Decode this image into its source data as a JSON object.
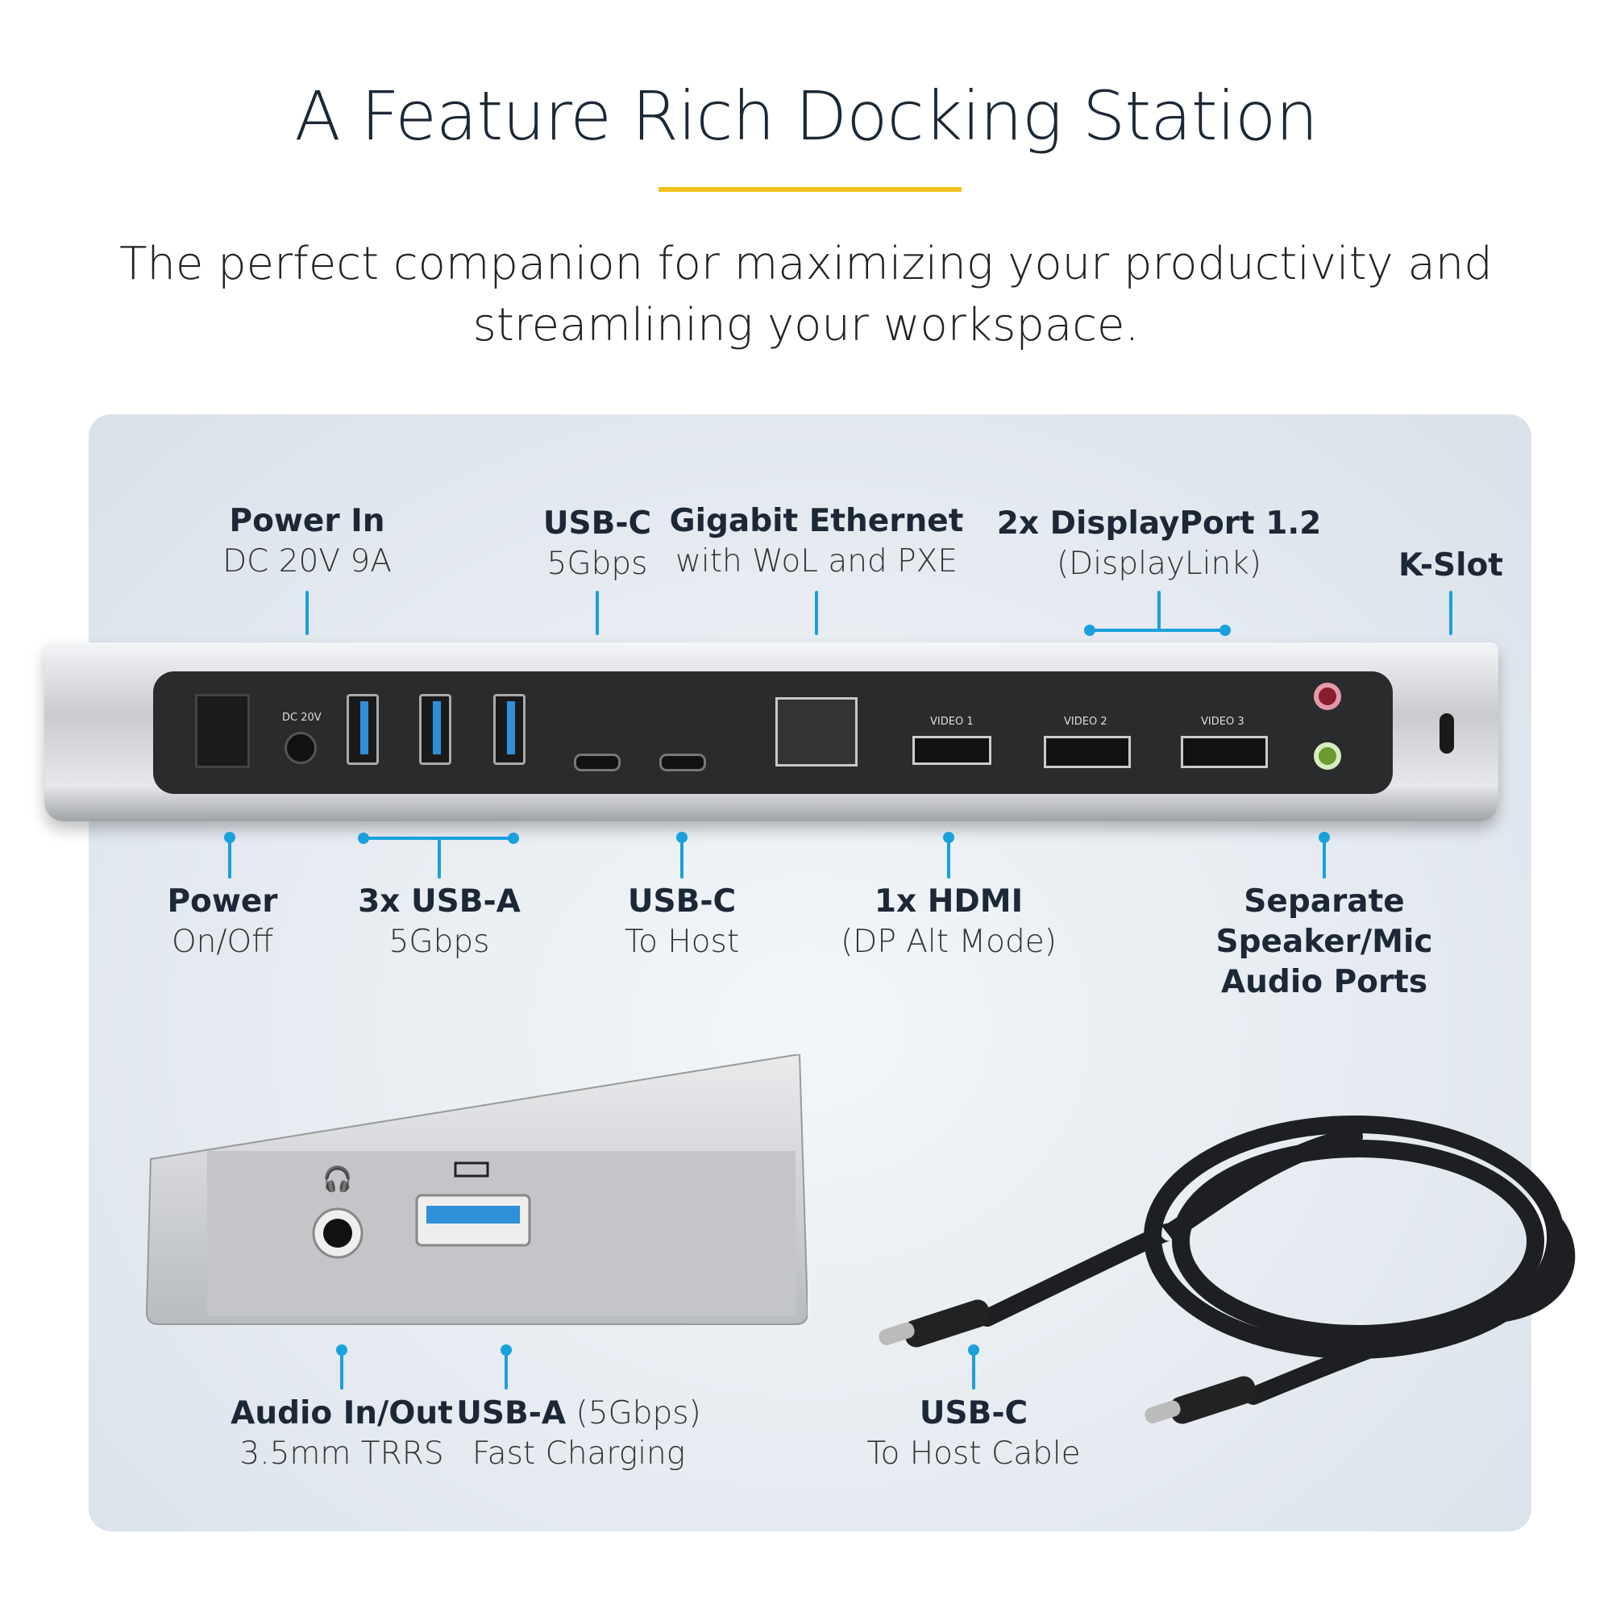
{
  "header": {
    "title": "A Feature Rich Docking Station",
    "subtitle_line1": "The perfect companion for maximizing your productivity and",
    "subtitle_line2": "streamlining your workspace."
  },
  "accent": "#1aa0dc",
  "rule_color": "#f2c21b",
  "dock_port_labels": {
    "dc": "DC 20V",
    "video1": "VIDEO 1",
    "video2": "VIDEO 2",
    "video3": "VIDEO 3"
  },
  "callouts_top": [
    {
      "title": "Power In",
      "detail": "DC 20V 9A"
    },
    {
      "title": "USB-C",
      "detail": "5Gbps"
    },
    {
      "title": "Gigabit Ethernet",
      "detail": "with WoL and PXE"
    },
    {
      "title": "2x DisplayPort 1.2",
      "detail": "(DisplayLink)"
    },
    {
      "title": "K-Slot"
    }
  ],
  "callouts_bottom": [
    {
      "title": "Power",
      "detail": "On/Off"
    },
    {
      "title": "3x USB-A",
      "detail": "5Gbps"
    },
    {
      "title": "USB-C",
      "detail": "To Host"
    },
    {
      "title": "1x HDMI",
      "detail": "(DP Alt Mode)"
    },
    {
      "title": "Separate",
      "title2": "Speaker/Mic",
      "title3": "Audio Ports"
    }
  ],
  "callouts_lower": [
    {
      "title": "Audio In/Out",
      "detail": "3.5mm TRRS"
    },
    {
      "title": "USB-A",
      "title_suffix": " (5Gbps)",
      "detail": "Fast Charging"
    },
    {
      "title": "USB-C",
      "detail": "To Host Cable"
    }
  ]
}
